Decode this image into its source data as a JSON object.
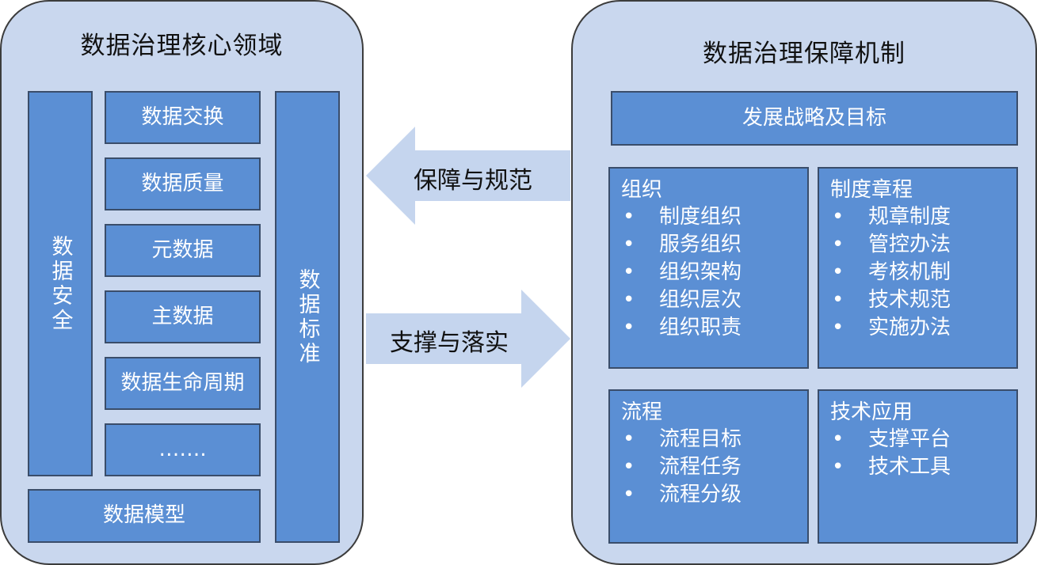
{
  "left_panel": {
    "title": "数据治理核心领域",
    "security": "数据安全",
    "standard": "数据标准",
    "model": "数据模型",
    "items": [
      "数据交换",
      "数据质量",
      "元数据",
      "主数据",
      "数据生命周期",
      "……."
    ]
  },
  "arrows": {
    "left_label": "保障与规范",
    "right_label": "支撑与落实"
  },
  "right_panel": {
    "title": "数据治理保障机制",
    "strategy": "发展战略及目标",
    "cards": [
      {
        "title": "组织",
        "items": [
          "制度组织",
          "服务组织",
          "组织架构",
          "组织层次",
          "组织职责"
        ]
      },
      {
        "title": "制度章程",
        "items": [
          "规章制度",
          "管控办法",
          "考核机制",
          "技术规范",
          "实施办法"
        ]
      },
      {
        "title": "流程",
        "items": [
          "流程目标",
          "流程任务",
          "流程分级"
        ]
      },
      {
        "title": "技术应用",
        "items": [
          "支撑平台",
          "技术工具"
        ]
      }
    ]
  },
  "colors": {
    "panel_fill": "#c9d7ee",
    "box_fill": "#5b8fd4",
    "arrow_fill": "#c5d5ee"
  }
}
